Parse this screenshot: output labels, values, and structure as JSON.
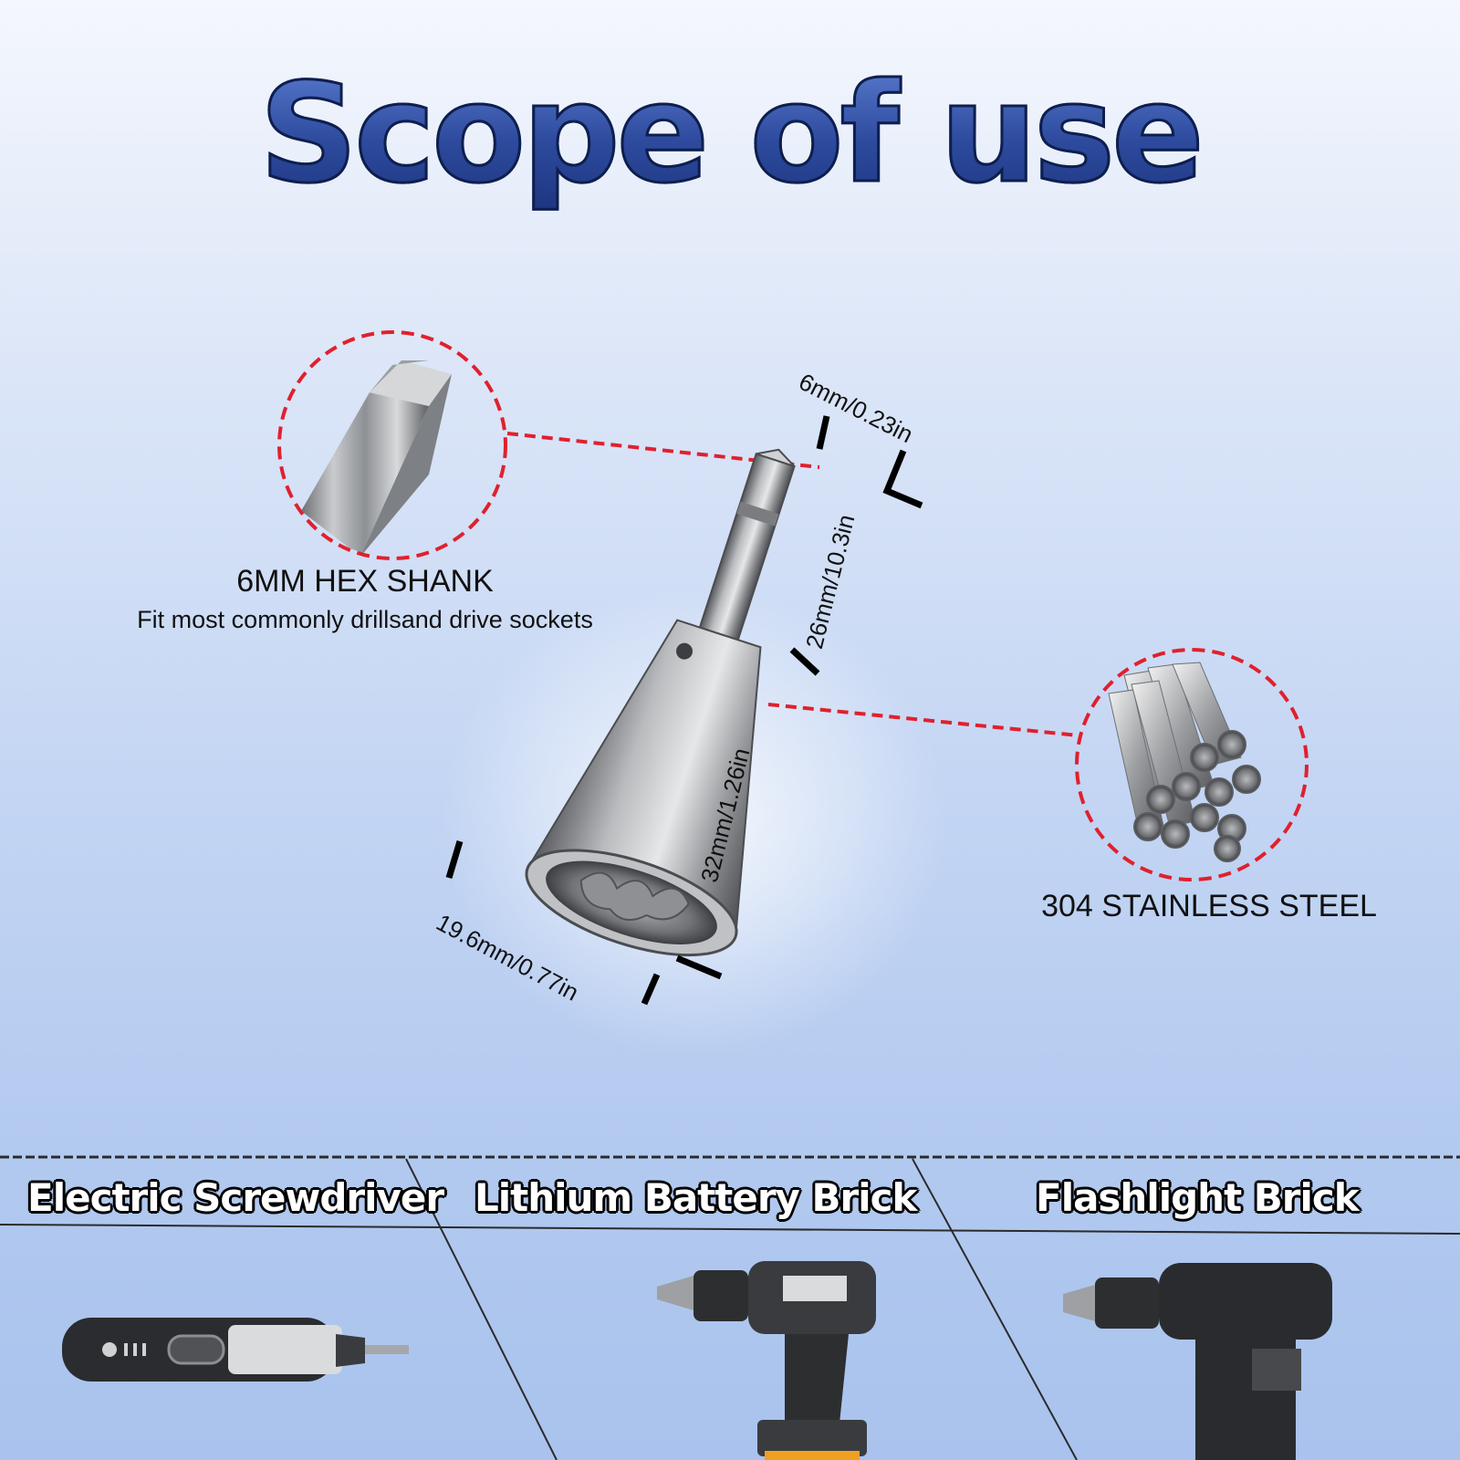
{
  "title": "Scope of use",
  "features": {
    "hex_shank": {
      "title": "6MM HEX SHANK",
      "subtitle": "Fit most commonly drillsand drive sockets",
      "icon": "hex-bit-closeup-icon"
    },
    "material": {
      "title": "304 STAINLESS STEEL",
      "icon": "steel-rods-closeup-icon"
    }
  },
  "dimensions": {
    "hex_width": "6mm/0.23in",
    "shank_length": "26mm/10.3in",
    "body_length": "32mm/1.26in",
    "socket_diameter": "19.6mm/0.77in"
  },
  "applications": [
    {
      "label": "Electric Screwdriver",
      "icon": "electric-screwdriver-icon"
    },
    {
      "label": "Lithium Battery Brick",
      "icon": "cordless-drill-icon"
    },
    {
      "label": "Flashlight Brick",
      "icon": "corded-drill-icon"
    }
  ],
  "colors": {
    "title_blue": "#2c4aa0",
    "callout_red": "#e0202e",
    "text": "#111111"
  }
}
